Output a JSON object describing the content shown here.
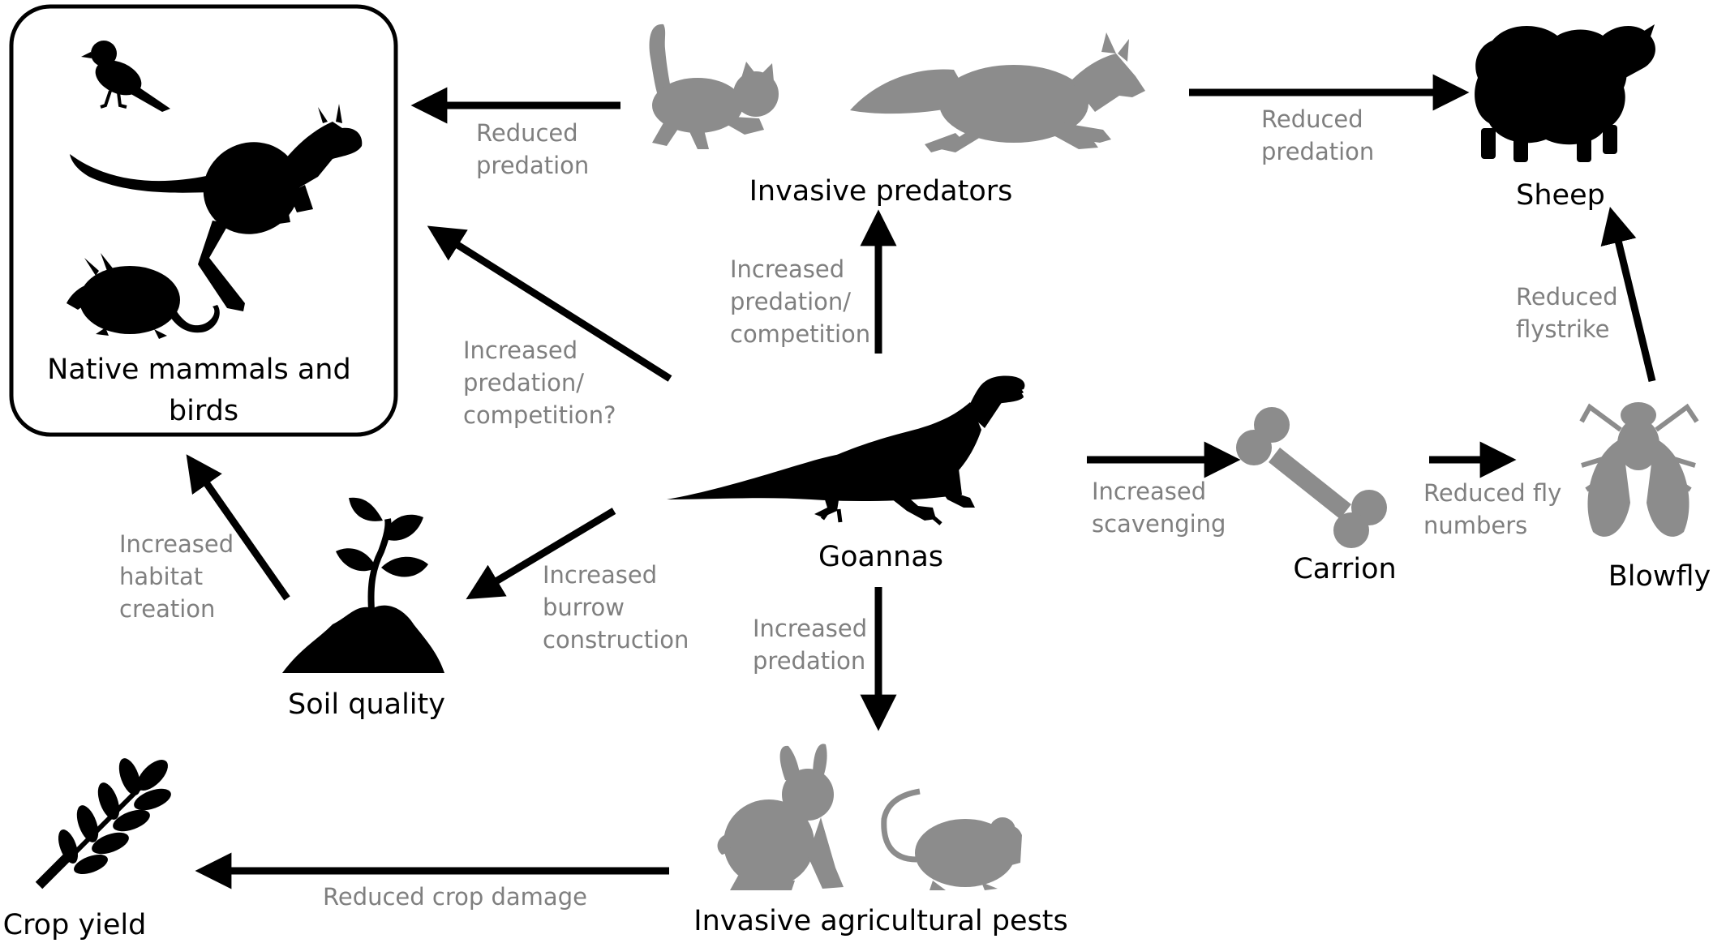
{
  "nodes": {
    "native": {
      "label_lines": [
        "Native mammals and",
        "birds"
      ]
    },
    "predators": {
      "label": "Invasive predators"
    },
    "sheep": {
      "label": "Sheep"
    },
    "goannas": {
      "label": "Goannas"
    },
    "carrion": {
      "label": "Carrion"
    },
    "blowfly": {
      "label": "Blowfly"
    },
    "soil": {
      "label": "Soil quality"
    },
    "pests": {
      "label": "Invasive agricultural pests"
    },
    "crop": {
      "label": "Crop yield"
    }
  },
  "edges": {
    "predators_to_native": {
      "lines": [
        "Reduced",
        "predation"
      ]
    },
    "predators_to_sheep": {
      "lines": [
        "Reduced",
        "predation"
      ]
    },
    "goannas_to_predators": {
      "lines": [
        "Increased",
        "predation/",
        "competition"
      ]
    },
    "goannas_to_native": {
      "lines": [
        "Increased",
        "predation/",
        "competition?"
      ]
    },
    "goannas_to_soil": {
      "lines": [
        "Increased",
        "burrow",
        "construction"
      ]
    },
    "soil_to_native": {
      "lines": [
        "Increased",
        "habitat",
        "creation"
      ]
    },
    "goannas_to_pests": {
      "lines": [
        "Increased",
        "predation"
      ]
    },
    "goannas_to_carrion": {
      "lines": [
        "Increased",
        "scavenging"
      ]
    },
    "carrion_to_blowfly": {
      "lines": [
        "Reduced fly",
        "numbers"
      ]
    },
    "blowfly_to_sheep": {
      "lines": [
        "Reduced",
        "flystrike"
      ]
    },
    "pests_to_crop": {
      "lines": [
        "Reduced crop damage"
      ]
    }
  },
  "icons": {
    "bird": "bird-icon",
    "kangaroo": "kangaroo-icon",
    "bilby": "bilby-icon",
    "cat": "cat-icon",
    "fox": "fox-icon",
    "sheep": "sheep-icon",
    "goanna": "goanna-icon",
    "bone": "bone-icon",
    "fly": "fly-icon",
    "plant": "plant-soil-icon",
    "rabbit": "rabbit-icon",
    "mouse": "mouse-icon",
    "wheat": "wheat-icon"
  },
  "colors": {
    "native_species": "#000000",
    "invasive_species": "#8c8c8c",
    "edge_text": "#7f7f7f"
  }
}
